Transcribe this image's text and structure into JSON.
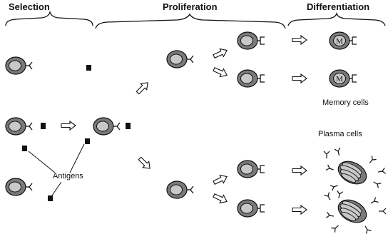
{
  "headers": {
    "selection": "Selection",
    "proliferation": "Proliferation",
    "differentiation": "Differentiation"
  },
  "labels": {
    "antigens": "Antigens",
    "memory_cells": "Memory cells",
    "plasma_cells": "Plasma cells",
    "memory_marker": "M"
  },
  "colors": {
    "cell_outer": "#7a7a7a",
    "cell_inner": "#c8c8c8",
    "ink": "#111111"
  },
  "icons": [
    "b-cell-icon",
    "antigen-icon",
    "process-arrow-icon",
    "antibody-icon",
    "plasma-cell-icon"
  ]
}
